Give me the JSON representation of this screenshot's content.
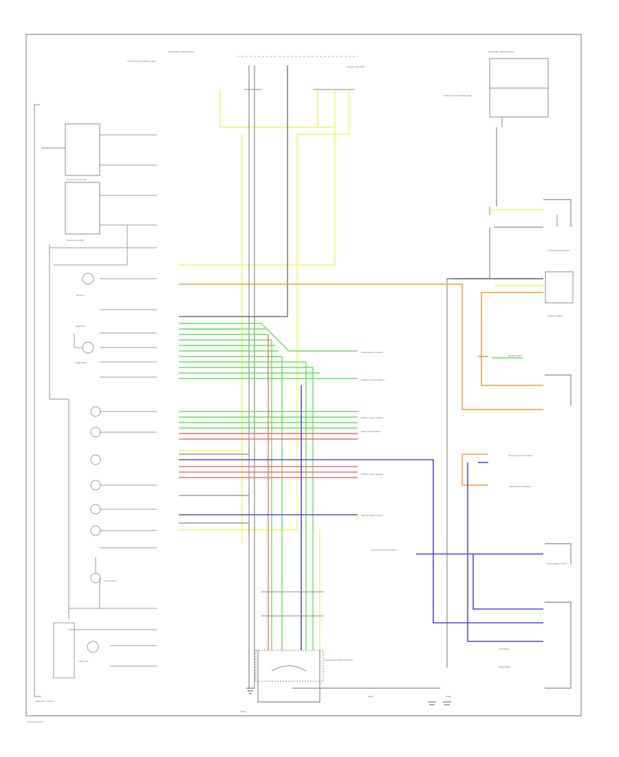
{
  "diagram": {
    "figure_label": "W/Cruise Control",
    "footer_label": "Wiring Diagram",
    "colors": {
      "yellow": "#f4f46e",
      "orange": "#f59a3a",
      "green": "#62e05a",
      "red": "#f26a6a",
      "pink": "#f4a3a3",
      "blue": "#4646e8",
      "gray": "#9a9a9a",
      "dark": "#333333",
      "frame": "#888888"
    },
    "labels": {
      "top_center_fuse": "Left Dash Fuse/Relay Box",
      "top_left_desc": "Under-Dash Fuse/Relay Box",
      "top_mid_desc": "Gauge Assembly",
      "top_right_fuse": "Left Dash Fuse/Relay Box",
      "top_right_desc": "Under-Hood Fuse/Relay Box",
      "cruise_unit": "Cruise Control Unit",
      "gauge_assembly": "Gauge Assembly",
      "left_turn": "Left Turn",
      "right_turn": "Right Turn",
      "high_beam": "High Beam",
      "illumination": "Illumination",
      "srs_unit": "SRS Unit",
      "trans_system": "Transmission System",
      "engine_control": "Engine Control Module",
      "exterior_light": "Exterior Light System",
      "dash_light": "Dash Light System",
      "exterior_light2": "Exterior Light System",
      "vss": "Vehicle Speed Sensor",
      "brake_switch": "Brake Switch",
      "engine_control2": "Engine Control System",
      "trans_control": "Transmission System",
      "daytime_lights": "Daytime Running Lights",
      "cruise_switch": "Cruise Control Switch",
      "ignition_switch": "Ignition Switch",
      "ground_left": "G401",
      "ground_mid": "G402",
      "ground_right": "G201",
      "connector_bottom": "Gauge Assembly Connector",
      "fusebox_bottom": "Combination Switch",
      "left_brake": "Left Brake",
      "right_brake": "Right Brake"
    }
  }
}
